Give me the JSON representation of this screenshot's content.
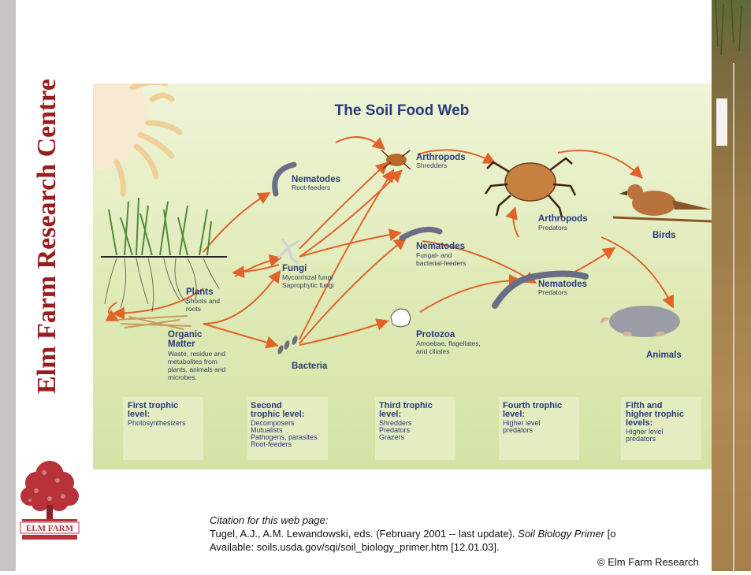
{
  "sidebar": {
    "title": "Elm Farm Research Centre",
    "logo_text": "ELM FARM"
  },
  "diagram": {
    "title": "The Soil Food Web",
    "nodes": {
      "nematodes_root": {
        "title": "Nematodes",
        "sub": [
          "Root-feeders"
        ]
      },
      "arthropods_shred": {
        "title": "Arthropods",
        "sub": [
          "Shredders"
        ]
      },
      "arthropods_pred": {
        "title": "Arthropods",
        "sub": [
          "Predators"
        ]
      },
      "birds": {
        "title": "Birds",
        "sub": []
      },
      "plants": {
        "title": "Plants",
        "sub": [
          "Shoots and",
          "roots"
        ]
      },
      "fungi": {
        "title": "Fungi",
        "sub": [
          "Mycorrhizal fungi",
          "Saprophytic fungi"
        ]
      },
      "nematodes_fungal": {
        "title": "Nematodes",
        "sub": [
          "Fungal- and",
          "bacterial-feeders"
        ]
      },
      "nematodes_pred": {
        "title": "Nematodes",
        "sub": [
          "Predators"
        ]
      },
      "organic_matter": {
        "title": "Organic",
        "title2": "Matter",
        "sub": [
          "Waste, residue and",
          "metabolites from",
          "plants, animals and",
          "microbes."
        ]
      },
      "bacteria": {
        "title": "Bacteria",
        "sub": []
      },
      "protozoa": {
        "title": "Protozoa",
        "sub": [
          "Amoebae, flagellates,",
          "and ciliates"
        ]
      },
      "animals": {
        "title": "Animals",
        "sub": []
      }
    },
    "levels": [
      {
        "title": [
          "First trophic",
          "level:"
        ],
        "items": [
          "Photosynthesizers"
        ]
      },
      {
        "title": [
          "Second",
          "trophic level:"
        ],
        "items": [
          "Decomposers",
          "Mutualists",
          "Pathogens, parasites",
          "Root-feeders"
        ]
      },
      {
        "title": [
          "Third trophic",
          "level:"
        ],
        "items": [
          "Shredders",
          "Predators",
          "Grazers"
        ]
      },
      {
        "title": [
          "Fourth trophic",
          "level:"
        ],
        "items": [
          "Higher level",
          "predators"
        ]
      },
      {
        "title": [
          "Fifth and",
          "higher trophic",
          "levels:"
        ],
        "items": [
          "Higher level",
          "predators"
        ]
      }
    ],
    "colors": {
      "arrow": "#e0632a",
      "title": "#2b3a7a",
      "background": "#d9e8b4"
    }
  },
  "citation": {
    "label": "Citation for this web page:",
    "line1_prefix": "Tugel, A.J., A.M. Lewandowski, eds. (February 2001 -- last update). ",
    "line1_italic": "Soil Biology Primer",
    "line1_suffix": " [o",
    "line2": "Available: soils.usda.gov/sqi/soil_biology_primer.htm [12.01.03]."
  },
  "copyright": "© Elm Farm Research"
}
